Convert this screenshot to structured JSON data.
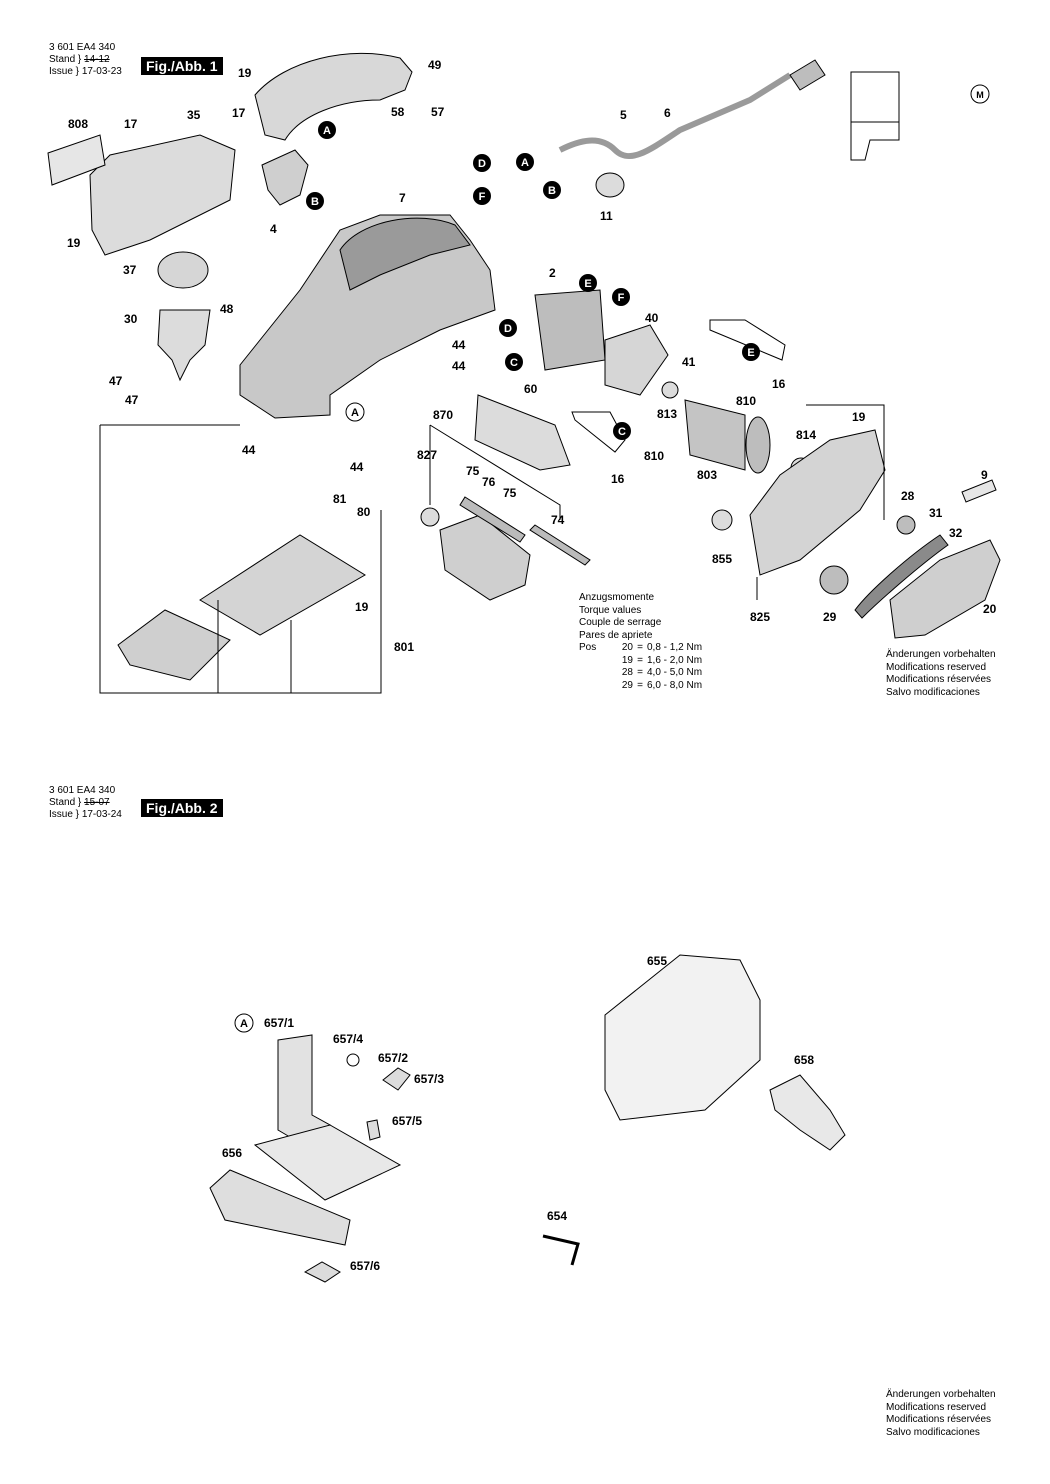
{
  "fig1": {
    "part_number": "3 601 EA4 340",
    "stand_label": "Stand",
    "issue_label": "Issue",
    "stand_date": "14-12",
    "issue_date": "17-03-23",
    "title": "Fig./Abb. 1"
  },
  "fig2": {
    "part_number": "3 601 EA4 340",
    "stand_label": "Stand",
    "issue_label": "Issue",
    "stand_date": "15-07",
    "issue_date": "17-03-24",
    "title": "Fig./Abb. 2"
  },
  "torque": {
    "title_lines": [
      "Anzugsmomente",
      "Torque values",
      "Couple de serrage",
      "Pares de apriete"
    ],
    "pos_label": "Pos",
    "rows": [
      {
        "pos": "20",
        "eq": "=",
        "value": "0,8 - 1,2 Nm"
      },
      {
        "pos": "19",
        "eq": "=",
        "value": "1,6 - 2,0 Nm"
      },
      {
        "pos": "28",
        "eq": "=",
        "value": "4,0 - 5,0 Nm"
      },
      {
        "pos": "29",
        "eq": "=",
        "value": "6,0 - 8,0 Nm"
      }
    ]
  },
  "modifications": [
    "Änderungen vorbehalten",
    "Modifications reserved",
    "Modifications réservées",
    "Salvo modificaciones"
  ],
  "fig1_labels": [
    "19",
    "49",
    "808",
    "17",
    "35",
    "17",
    "58",
    "57",
    "7",
    "4",
    "19",
    "37",
    "48",
    "30",
    "44",
    "44",
    "47",
    "47",
    "44",
    "44",
    "81",
    "80",
    "19",
    "801",
    "5",
    "6",
    "11",
    "2",
    "40",
    "41",
    "16",
    "60",
    "870",
    "827",
    "75",
    "76",
    "75",
    "74",
    "813",
    "810",
    "810",
    "16",
    "803",
    "19",
    "814",
    "9",
    "28",
    "31",
    "32",
    "855",
    "825",
    "29",
    "20"
  ],
  "fig1_markers": [
    "A",
    "D",
    "F",
    "B",
    "A",
    "B",
    "E",
    "F",
    "D",
    "C",
    "E",
    "A",
    "C"
  ],
  "fig2_labels": [
    "657/1",
    "657/4",
    "657/2",
    "657/3",
    "657/5",
    "656",
    "657/6",
    "655",
    "658",
    "654"
  ],
  "fig2_markers": [
    "A"
  ],
  "motor_symbol": "M"
}
